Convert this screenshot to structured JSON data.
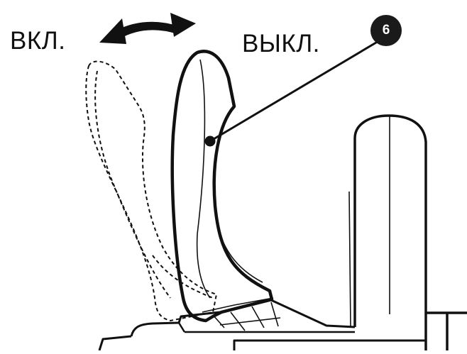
{
  "labels": {
    "on": "ВКЛ.",
    "off": "ВЫКЛ."
  },
  "callout": {
    "number": "6"
  },
  "colors": {
    "line": "#111111",
    "callout_fill": "#1a1a1a",
    "callout_text": "#ffffff",
    "background": "#ffffff"
  },
  "icons": {
    "arrow": "double-headed-curved-arrow-icon",
    "lever": "switch-lever"
  }
}
